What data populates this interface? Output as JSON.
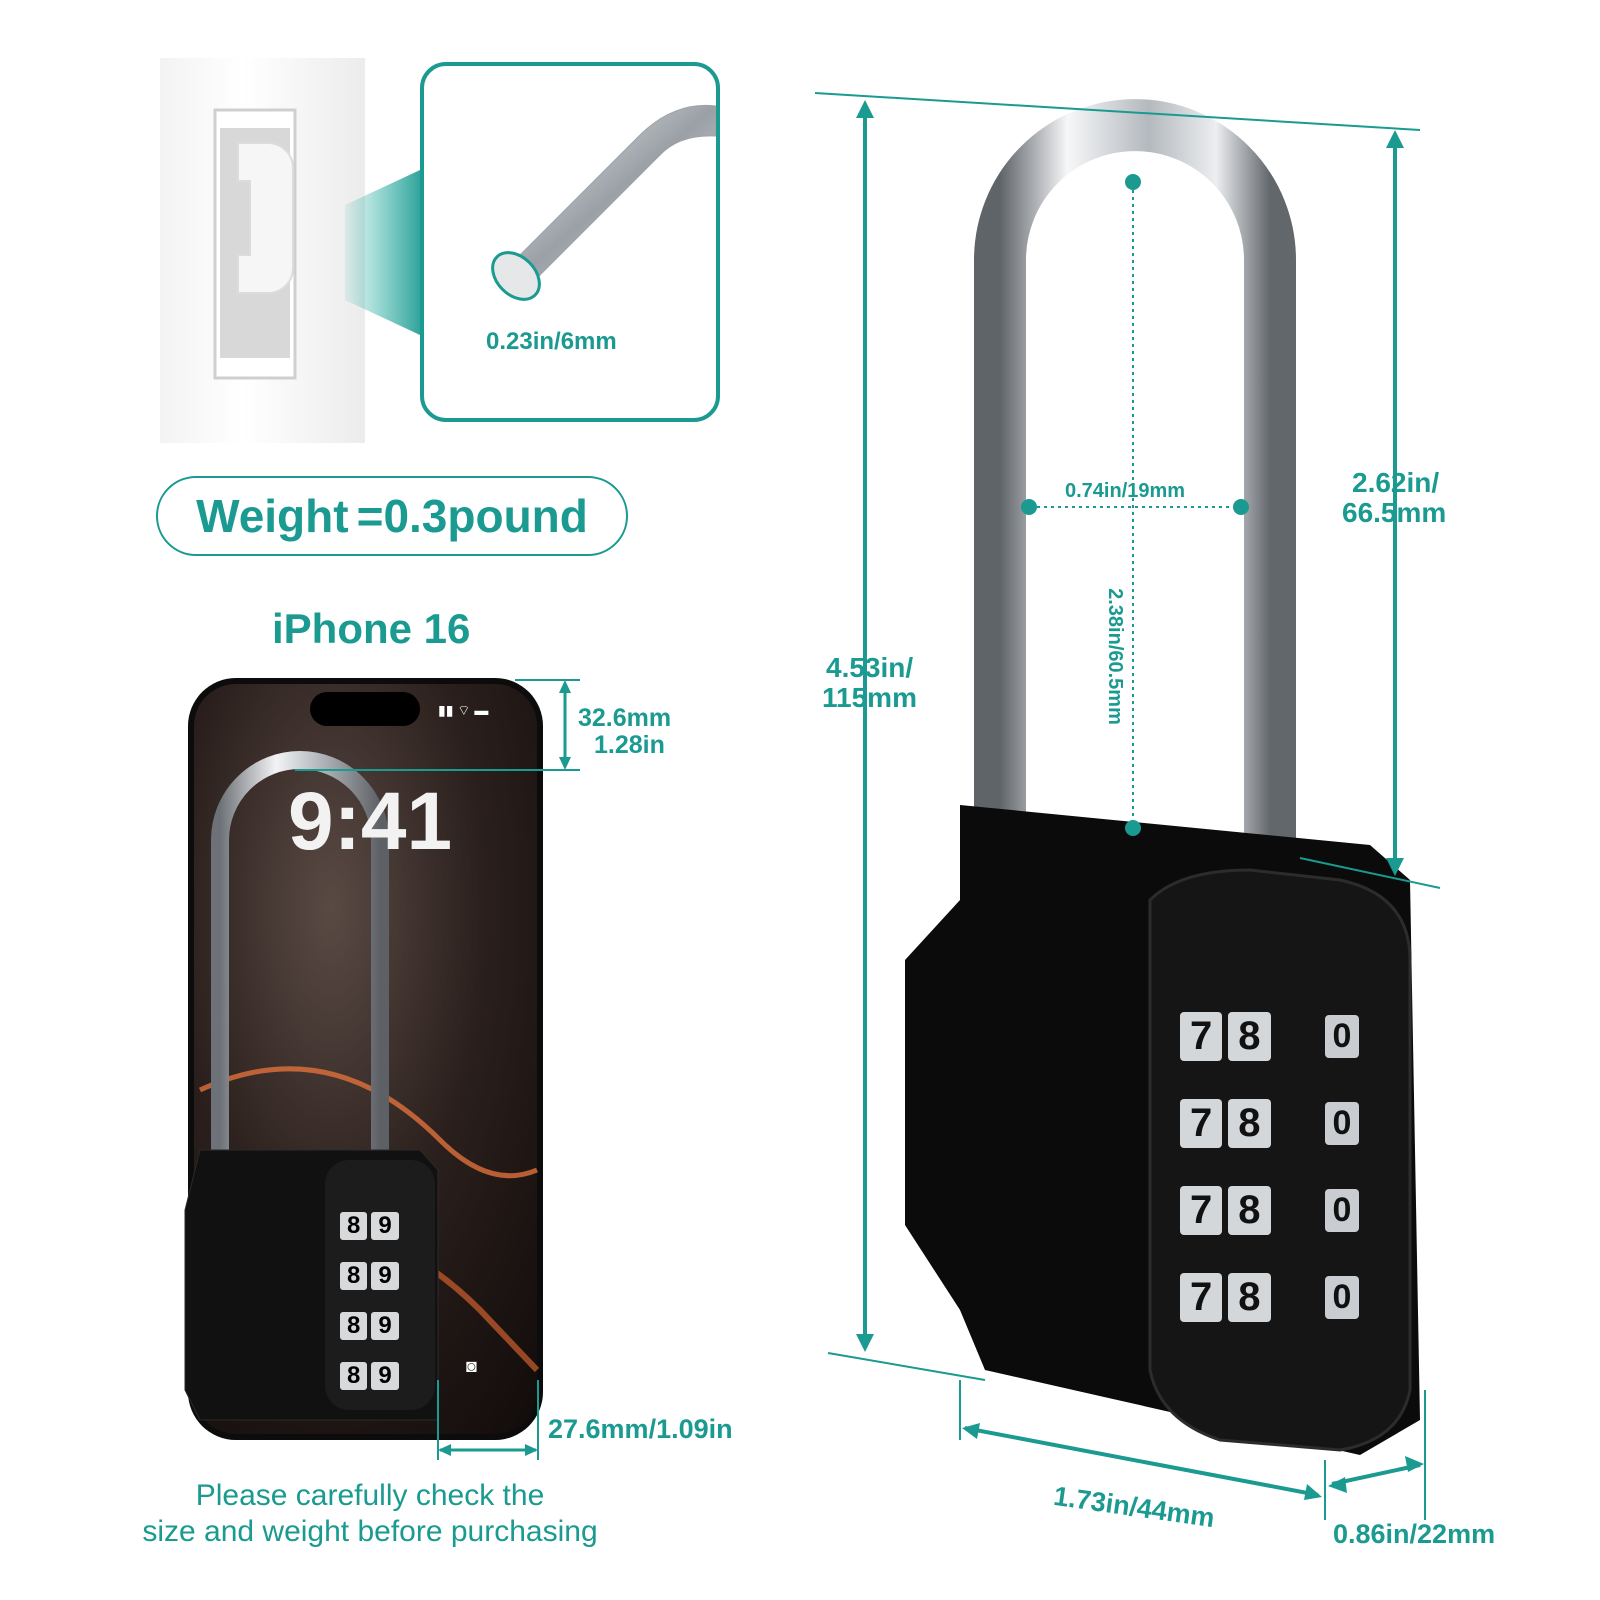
{
  "detail": {
    "shackle_diameter": "0.23in/6mm"
  },
  "weight": {
    "label": "Weight",
    "value": "=0.3pound"
  },
  "phone": {
    "title": "iPhone 16",
    "time": "9:41",
    "top_offset_mm": "32.6mm",
    "top_offset_in": "1.28in",
    "side_offset": "27.6mm/1.09in"
  },
  "lock": {
    "dials_main": [
      "7",
      "8"
    ],
    "dials_side": "0",
    "dials_phone": [
      "8",
      "9"
    ]
  },
  "dimensions": {
    "total_height_in": "4.53in/",
    "total_height_mm": "115mm",
    "shackle_height_in": "2.62in/",
    "shackle_height_mm": "66.5mm",
    "inner_width": "0.74in/19mm",
    "inner_height": "2.38in/60.5mm",
    "body_width": "1.73in/44mm",
    "body_depth": "0.86in/22mm"
  },
  "footer_note": {
    "line1": "Please carefully check the",
    "line2": "size and weight before purchasing"
  },
  "colors": {
    "accent": "#1a9a90",
    "lock_body": "#0d0d0d",
    "chrome": "#c8ccd0"
  }
}
